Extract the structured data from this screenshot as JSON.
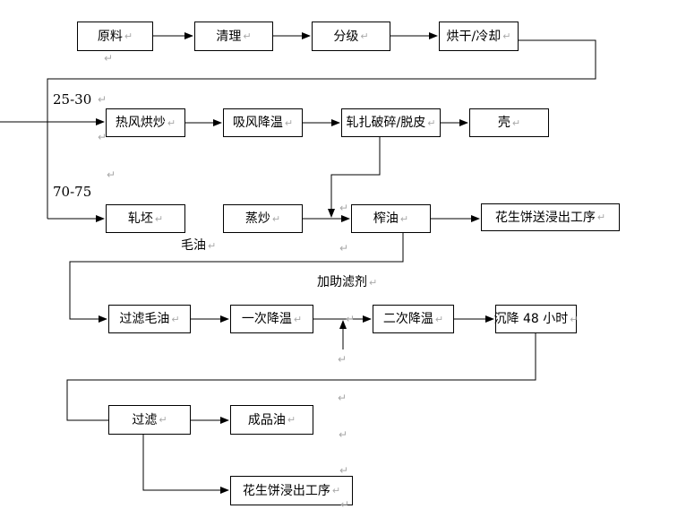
{
  "diagram": {
    "return_glyph": "↵",
    "nodes": [
      {
        "id": "raw-material",
        "label": "原料"
      },
      {
        "id": "cleaning",
        "label": "清理"
      },
      {
        "id": "grading",
        "label": "分级"
      },
      {
        "id": "drying-cooling",
        "label": "烘干/冷却"
      },
      {
        "id": "hot-air-roasting",
        "label": "热风烘炒"
      },
      {
        "id": "suction-cooling",
        "label": "吸风降温"
      },
      {
        "id": "crushing-peeling",
        "label": "轧扎破碎/脱皮"
      },
      {
        "id": "shell",
        "label": "壳"
      },
      {
        "id": "flaking",
        "label": "轧坯"
      },
      {
        "id": "steam-frying",
        "label": "蒸炒"
      },
      {
        "id": "oil-pressing",
        "label": "榨油"
      },
      {
        "id": "cake-to-extraction",
        "label": "花生饼送浸出工序"
      },
      {
        "id": "filter-crude-oil",
        "label": "过滤毛油"
      },
      {
        "id": "first-cooling",
        "label": "一次降温"
      },
      {
        "id": "second-cooling",
        "label": "二次降温"
      },
      {
        "id": "settling-48h",
        "label": "沉降 48 小时"
      },
      {
        "id": "filtering",
        "label": "过滤"
      },
      {
        "id": "finished-oil",
        "label": "成品油"
      },
      {
        "id": "peanut-cake-extraction",
        "label": "花生饼浸出工序"
      }
    ],
    "temperature_labels": [
      {
        "id": "temp-25-30",
        "text": "25-30"
      },
      {
        "id": "temp-70-75",
        "text": "70-75"
      }
    ],
    "flow_labels": [
      {
        "id": "crude-oil",
        "text": "毛油"
      },
      {
        "id": "filter-aid",
        "text": "加助滤剂"
      }
    ]
  }
}
